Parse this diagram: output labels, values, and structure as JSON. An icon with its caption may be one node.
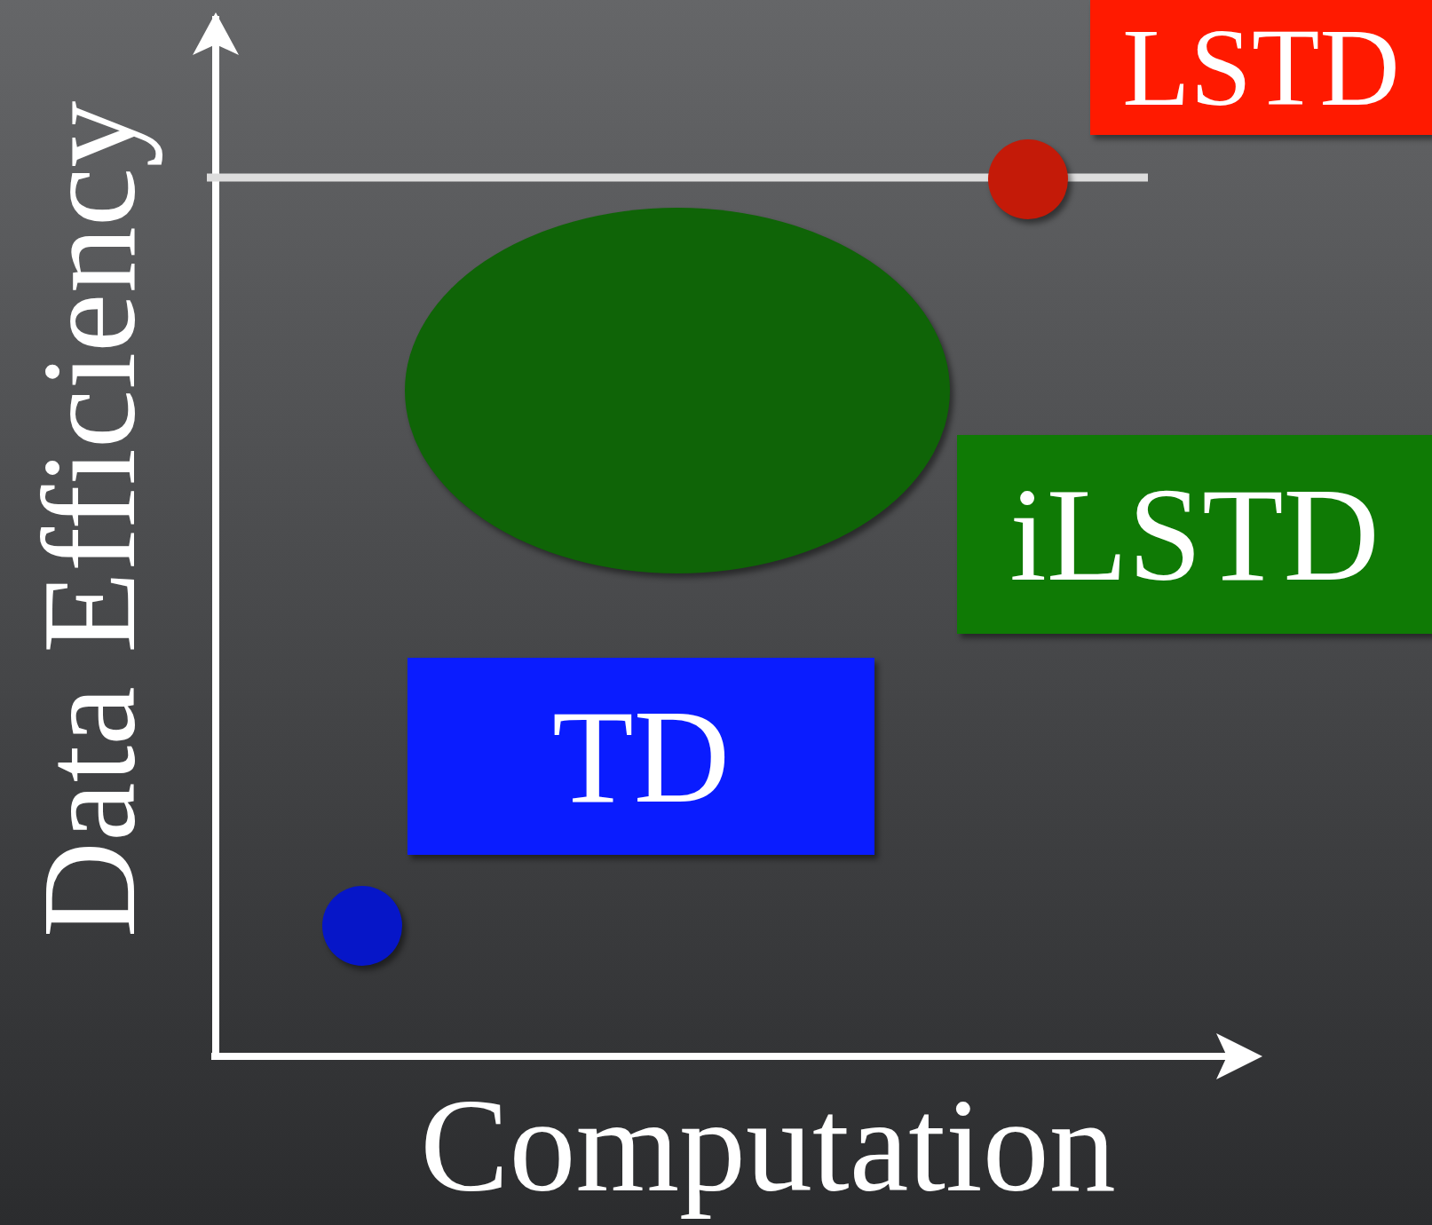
{
  "diagram": {
    "nodes": [
      {
        "text": [
          "LSTD"
        ]
      },
      {
        "text": [],
        "shape": "circle"
      },
      {
        "text": [],
        "shape": "ellipse"
      },
      {
        "text": [
          "iLSTD"
        ]
      },
      {
        "text": [
          "TD"
        ]
      },
      {
        "text": [],
        "shape": "circle"
      }
    ],
    "labels": [
      "Data Efficiency",
      "Computation"
    ]
  }
}
